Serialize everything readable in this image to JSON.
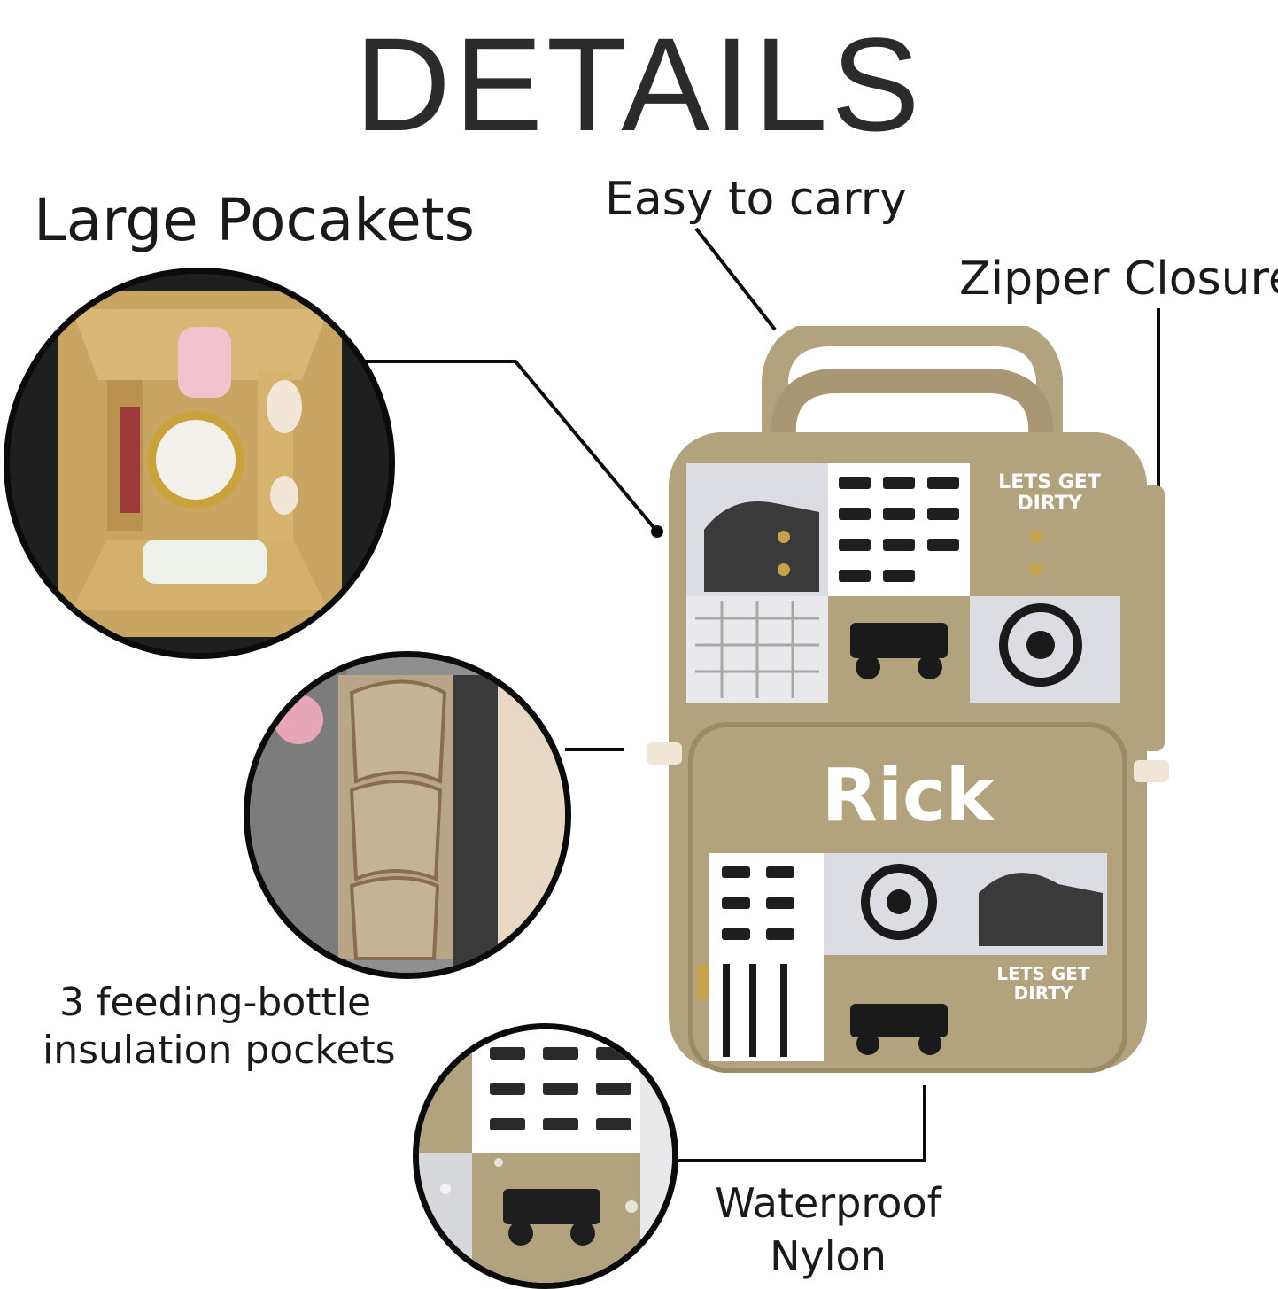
{
  "title": "DETAILS",
  "labels": {
    "large_pockets": "Large Pocakets",
    "easy_to_carry": "Easy to carry",
    "zipper_closure": "Zipper Closure",
    "bottle_pockets_line1": "3 feeding-bottle",
    "bottle_pockets_line2": "insulation pockets",
    "waterproof_line1": "Waterproof",
    "waterproof_line2": "Nylon"
  },
  "bag": {
    "name": "Rick",
    "patch_text_top": "LETS GET",
    "patch_text_bottom": "DIRTY"
  },
  "colors": {
    "tan": "#b3a27e",
    "light_gray": "#dcdde3",
    "dark": "#2b2b2b",
    "white": "#ffffff"
  }
}
